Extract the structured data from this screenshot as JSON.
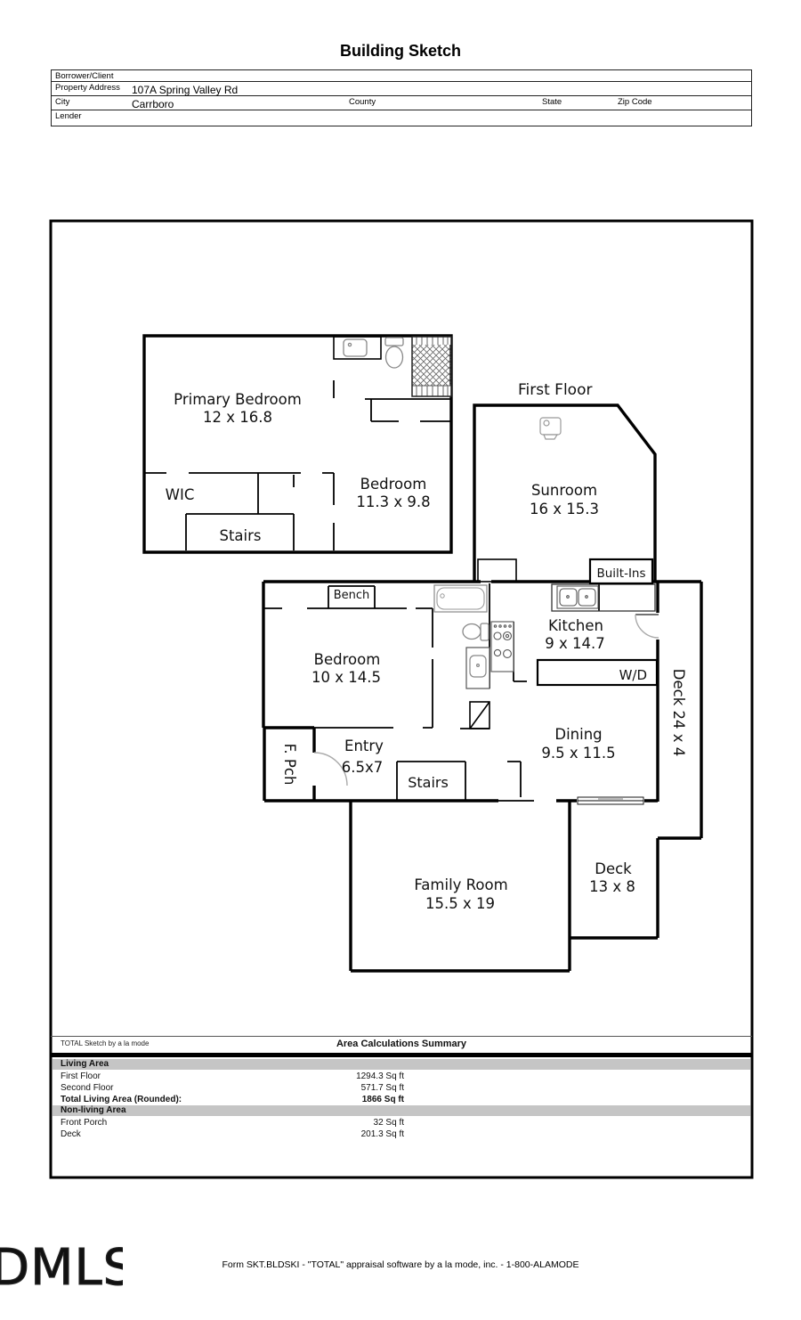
{
  "title": "Building Sketch",
  "form": {
    "borrower_label": "Borrower/Client",
    "property_label": "Property Address",
    "property_value": "107A Spring Valley Rd",
    "city_label": "City",
    "city_value": "Carrboro",
    "county_label": "County",
    "state_label": "State",
    "zip_label": "Zip Code",
    "lender_label": "Lender"
  },
  "sketch": {
    "floor_label": "First Floor",
    "labels": {
      "primary_bedroom": {
        "name": "Primary Bedroom",
        "dims": "12 x 16.8"
      },
      "wic": "WIC",
      "stairs_second": "Stairs",
      "bedroom_second": {
        "name": "Bedroom",
        "dims": "11.3 x 9.8"
      },
      "sunroom": {
        "name": "Sunroom",
        "dims": "16 x 15.3"
      },
      "built_ins": "Built-Ins",
      "kitchen": {
        "name": "Kitchen",
        "dims": "9 x 14.7"
      },
      "wd": "W/D",
      "deck_strip": "Deck 24 x 4",
      "bench": "Bench",
      "bedroom_first": {
        "name": "Bedroom",
        "dims": "10 x 14.5"
      },
      "front_porch": "F. Pch",
      "entry": {
        "name": "Entry",
        "dims": "6.5x7"
      },
      "stairs_first": "Stairs",
      "dining": {
        "name": "Dining",
        "dims": "9.5 x 11.5"
      },
      "family_room": {
        "name": "Family Room",
        "dims": "15.5 x 19"
      },
      "deck": {
        "name": "Deck",
        "dims": "13 x 8"
      }
    }
  },
  "summary": {
    "watermark": "TOTAL Sketch by a la mode",
    "title": "Area Calculations Summary",
    "sections": [
      {
        "header": "Living Area",
        "rows": [
          {
            "label": "First Floor",
            "value": "1294.3 Sq ft"
          },
          {
            "label": "Second Floor",
            "value": "571.7 Sq ft"
          },
          {
            "label": "Total Living Area (Rounded):",
            "value": "1866 Sq ft"
          }
        ]
      },
      {
        "header": "Non-living Area",
        "rows": [
          {
            "label": "Front Porch",
            "value": "32 Sq ft"
          },
          {
            "label": "Deck",
            "value": "201.3 Sq ft"
          }
        ]
      }
    ]
  },
  "footer": {
    "logo": "DMLS",
    "text": "Form SKT.BLDSKI - \"TOTAL\" appraisal software by a la mode, inc. - 1-800-ALAMODE"
  },
  "colors": {
    "wall": "#000000",
    "band_gray": "#c5c5c5",
    "fixture_gray": "#777777",
    "arc_gray": "#a5a5a5"
  }
}
